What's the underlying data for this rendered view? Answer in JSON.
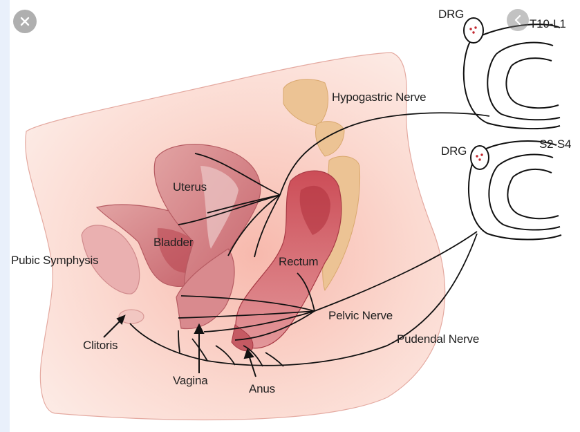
{
  "labels": {
    "drg_top": "DRG",
    "t10_l1": "T10-L1",
    "hypogastric": "Hypogastric Nerve",
    "drg_bottom": "DRG",
    "s2_s4": "S2-S4",
    "uterus": "Uterus",
    "bladder": "Bladder",
    "pubic": "Pubic Symphysis",
    "rectum": "Rectum",
    "pelvic": "Pelvic Nerve",
    "clitoris": "Clitoris",
    "pudendal": "Pudendal Nerve",
    "vagina": "Vagina",
    "anus": "Anus"
  },
  "controls": {
    "close_icon": "close-icon",
    "prev_icon": "chevron-left-icon"
  },
  "colors": {
    "skin_light": "#fbe3dd",
    "skin_mid": "#f5c2b6",
    "organ": "#d98a8e",
    "organ_dark": "#b8434f",
    "spine": "#e9c08f",
    "nerve": "#111111"
  }
}
